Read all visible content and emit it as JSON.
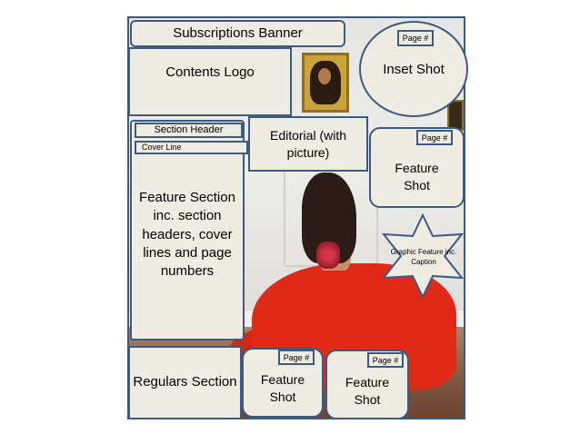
{
  "layout": {
    "subscriptions_banner": "Subscriptions Banner",
    "contents_logo": "Contents Logo",
    "inset_shot": "Inset Shot",
    "section_header": "Section Header",
    "cover_line": "Cover Line",
    "editorial": "Editorial (with picture)",
    "feature_shot": "Feature Shot",
    "feature_section": "Feature Section inc. section headers, cover lines and page numbers",
    "graphic_feature": "Graphic Feature inc. Caption",
    "regulars_section": "Regulars Section",
    "page_number": "Page #"
  },
  "colors": {
    "box_fill": "#efece2",
    "box_border": "#3d5a80",
    "dress": "#e02a18"
  }
}
